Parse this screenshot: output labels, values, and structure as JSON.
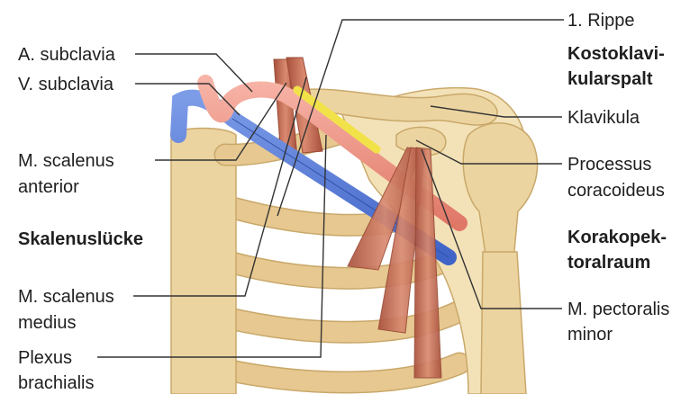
{
  "labels": {
    "a_subclavia": "A. subclavia",
    "v_subclavia": "V. subclavia",
    "scalenus_anterior_1": "M. scalenus",
    "scalenus_anterior_2": "anterior",
    "skalenusluecke": "Skalenuslücke",
    "scalenus_medius_1": "M. scalenus",
    "scalenus_medius_2": "medius",
    "plexus_1": "Plexus",
    "plexus_2": "brachialis",
    "rippe": "1. Rippe",
    "kostoklavikularspalt_1": "Kostoklavi-",
    "kostoklavikularspalt_2": "kularspalt",
    "klavikula": "Klavikula",
    "processus_1": "Processus",
    "processus_2": "coracoideus",
    "korakopektoralraum_1": "Korakopek-",
    "korakopektoralraum_2": "toralraum",
    "pectoralis_1": "M. pectoralis",
    "pectoralis_2": "minor"
  },
  "colors": {
    "bone": "#ecd4a0",
    "artery": "#f09080",
    "vein": "#5a7fd8",
    "muscle": "#c8705a",
    "plexus": "#f2e24a"
  }
}
